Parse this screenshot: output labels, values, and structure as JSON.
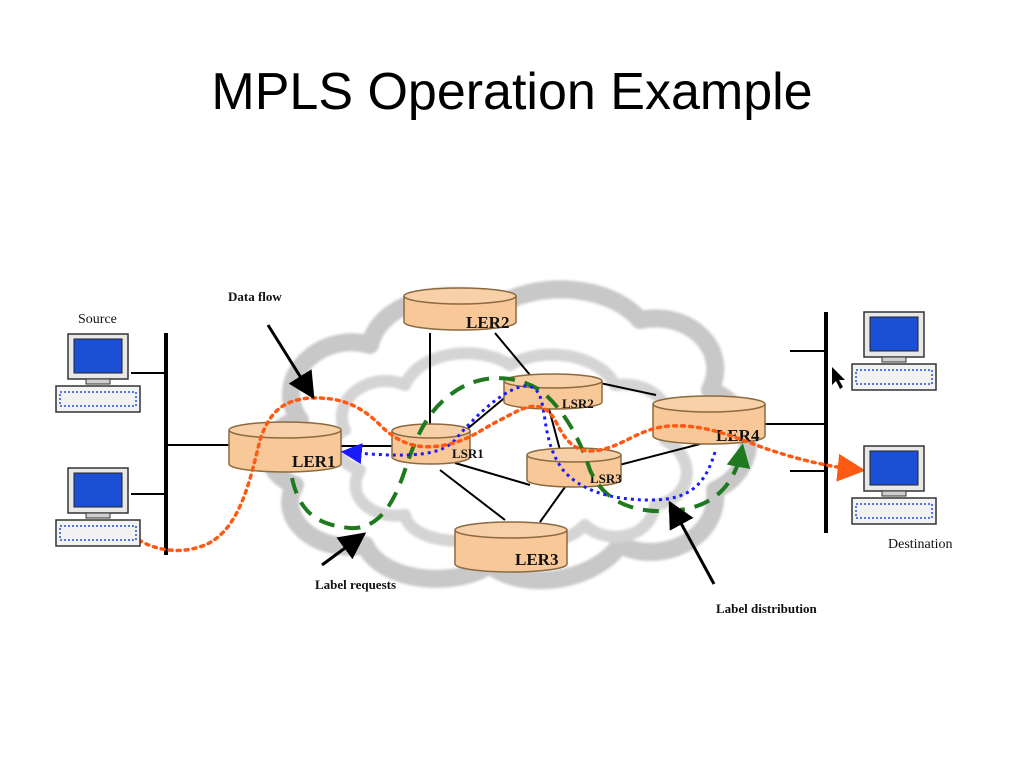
{
  "slide": {
    "title": "MPLS Operation Example"
  },
  "diagram": {
    "nodes": {
      "ler1": "LER1",
      "ler2": "LER2",
      "ler3": "LER3",
      "ler4": "LER4",
      "lsr1": "LSR1",
      "lsr2": "LSR2",
      "lsr3": "LSR3"
    },
    "labels": {
      "source": "Source",
      "destination": "Destination",
      "data_flow": "Data flow",
      "label_requests": "Label requests",
      "label_distribution": "Label distribution"
    },
    "colors": {
      "router_fill": "#f8c899",
      "router_stroke": "#8a6a40",
      "cloud": "#c8c8c8",
      "data_flow": "#ff5a14",
      "label_request": "#1f7a1f",
      "label_distribution": "#1a1aff",
      "monitor_screen": "#1a4fd6"
    }
  }
}
